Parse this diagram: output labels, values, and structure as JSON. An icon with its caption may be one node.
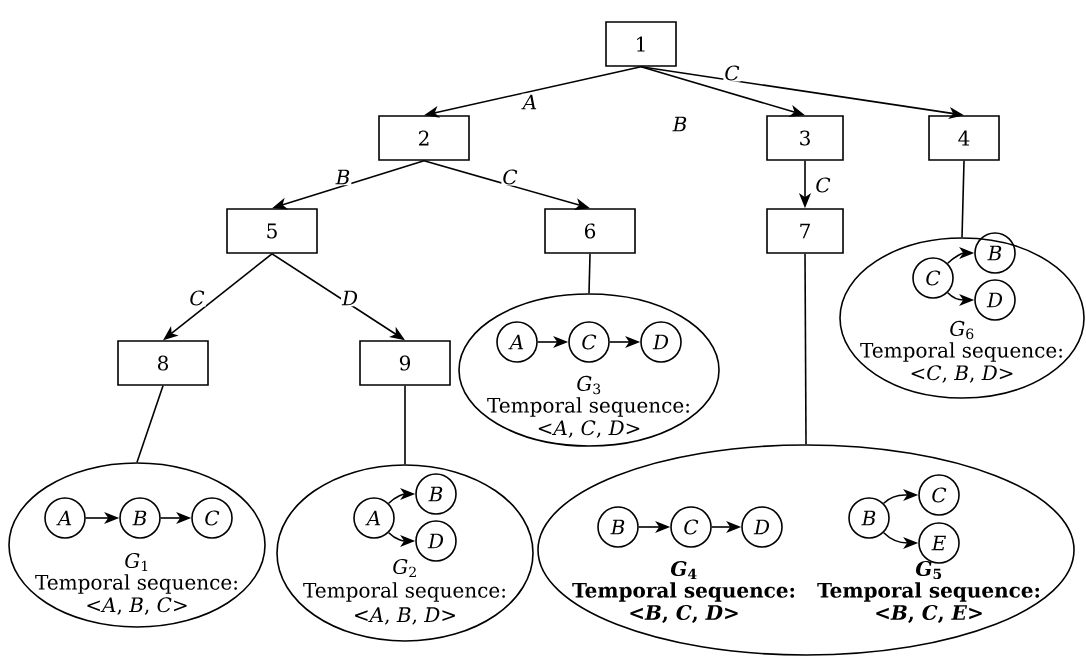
{
  "diagram": {
    "nodes": [
      {
        "text": [
          "1"
        ]
      },
      {
        "text": [
          "2"
        ]
      },
      {
        "text": [
          "3"
        ]
      },
      {
        "text": [
          "4"
        ]
      },
      {
        "text": [
          "5"
        ]
      },
      {
        "text": [
          "6"
        ]
      },
      {
        "text": [
          "7"
        ]
      },
      {
        "text": [
          "8"
        ]
      },
      {
        "text": [
          "9"
        ]
      },
      {
        "text": [
          "*G*$_{3}$",
          "Temporal sequence:",
          "<*A*, *C*, *D*>"
        ]
      },
      {
        "text": [
          "*G*$_{6}$",
          "Temporal sequence:",
          "<*C*, *B*, *D*>"
        ]
      },
      {
        "text": [
          "*G*$_{1}$",
          "Temporal sequence:",
          "<*A*, *B*, *C*>"
        ]
      },
      {
        "text": [
          "*G*$_{2}$",
          "Temporal sequence:",
          "<*A*, *B*, *D*>"
        ]
      },
      {
        "text": [
          "*G*$_{4}$",
          "Temporal sequence:",
          "<*B*, *C*, *D*>",
          "*G*$_{5}$",
          "Temporal sequence:",
          "<*B*, *C*, *E*>"
        ]
      },
      {
        "text": [
          "A"
        ],
        "in": 9
      },
      {
        "text": [
          "C"
        ],
        "in": 9
      },
      {
        "text": [
          "D"
        ],
        "in": 9
      },
      {
        "text": [
          "C"
        ],
        "in": 10
      },
      {
        "text": [
          "B"
        ],
        "in": 10
      },
      {
        "text": [
          "D"
        ],
        "in": 10
      },
      {
        "text": [
          "A"
        ],
        "in": 11
      },
      {
        "text": [
          "B"
        ],
        "in": 11
      },
      {
        "text": [
          "C"
        ],
        "in": 11
      },
      {
        "text": [
          "A"
        ],
        "in": 12
      },
      {
        "text": [
          "B"
        ],
        "in": 12
      },
      {
        "text": [
          "D"
        ],
        "in": 12
      },
      {
        "text": [
          "B"
        ],
        "in": 13
      },
      {
        "text": [
          "C"
        ],
        "in": 13
      },
      {
        "text": [
          "D"
        ],
        "in": 13
      },
      {
        "text": [
          "B"
        ],
        "in": 13
      },
      {
        "text": [
          "C"
        ],
        "in": 13
      },
      {
        "text": [
          "E"
        ],
        "in": 13
      }
    ],
    "edges": [
      {
        "from": 0,
        "to": 1,
        "arrow": "to",
        "label": "A"
      },
      {
        "from": 0,
        "to": 2,
        "arrow": "to",
        "label": "B"
      },
      {
        "from": 0,
        "to": 3,
        "arrow": "to",
        "label": "C"
      },
      {
        "from": 1,
        "to": 4,
        "arrow": "to",
        "label": "B"
      },
      {
        "from": 1,
        "to": 5,
        "arrow": "to",
        "label": "C"
      },
      {
        "from": 2,
        "to": 6,
        "arrow": "to",
        "label": "C"
      },
      {
        "from": 4,
        "to": 7,
        "arrow": "to",
        "label": "C"
      },
      {
        "from": 4,
        "to": 8,
        "arrow": "to",
        "label": "D"
      },
      {
        "from": 3,
        "to": 10,
        "arrow": "none"
      },
      {
        "from": 5,
        "to": 9,
        "arrow": "none"
      },
      {
        "from": 6,
        "to": 13,
        "arrow": "none"
      },
      {
        "from": 7,
        "to": 11,
        "arrow": "none"
      },
      {
        "from": 8,
        "to": 12,
        "arrow": "none"
      },
      {
        "from": 14,
        "to": 15,
        "arrow": "to"
      },
      {
        "from": 15,
        "to": 16,
        "arrow": "to"
      },
      {
        "from": 17,
        "to": 18,
        "arrow": "to"
      },
      {
        "from": 17,
        "to": 19,
        "arrow": "to"
      },
      {
        "from": 20,
        "to": 21,
        "arrow": "to"
      },
      {
        "from": 21,
        "to": 22,
        "arrow": "to"
      },
      {
        "from": 23,
        "to": 24,
        "arrow": "to"
      },
      {
        "from": 23,
        "to": 25,
        "arrow": "to"
      },
      {
        "from": 26,
        "to": 27,
        "arrow": "to"
      },
      {
        "from": 27,
        "to": 28,
        "arrow": "to"
      },
      {
        "from": 29,
        "to": 30,
        "arrow": "to"
      },
      {
        "from": 29,
        "to": 31,
        "arrow": "to"
      }
    ]
  }
}
